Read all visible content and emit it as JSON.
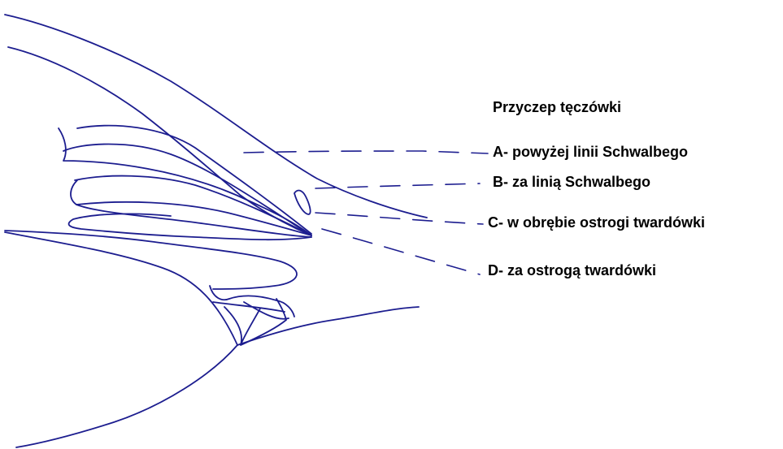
{
  "diagram": {
    "title": "Przyczep tęczówki",
    "options": [
      {
        "key": "A",
        "text": "A- powyżej linii Schwalbego"
      },
      {
        "key": "B",
        "text": "B- za linią Schwalbego"
      },
      {
        "key": "C",
        "text": "C- w obrębie ostrogi twardówki"
      },
      {
        "key": "D",
        "text": "D- za ostrogą twardówki"
      }
    ],
    "colors": {
      "ink": "#1c1d8f",
      "text": "#000000",
      "background": "#ffffff"
    }
  }
}
